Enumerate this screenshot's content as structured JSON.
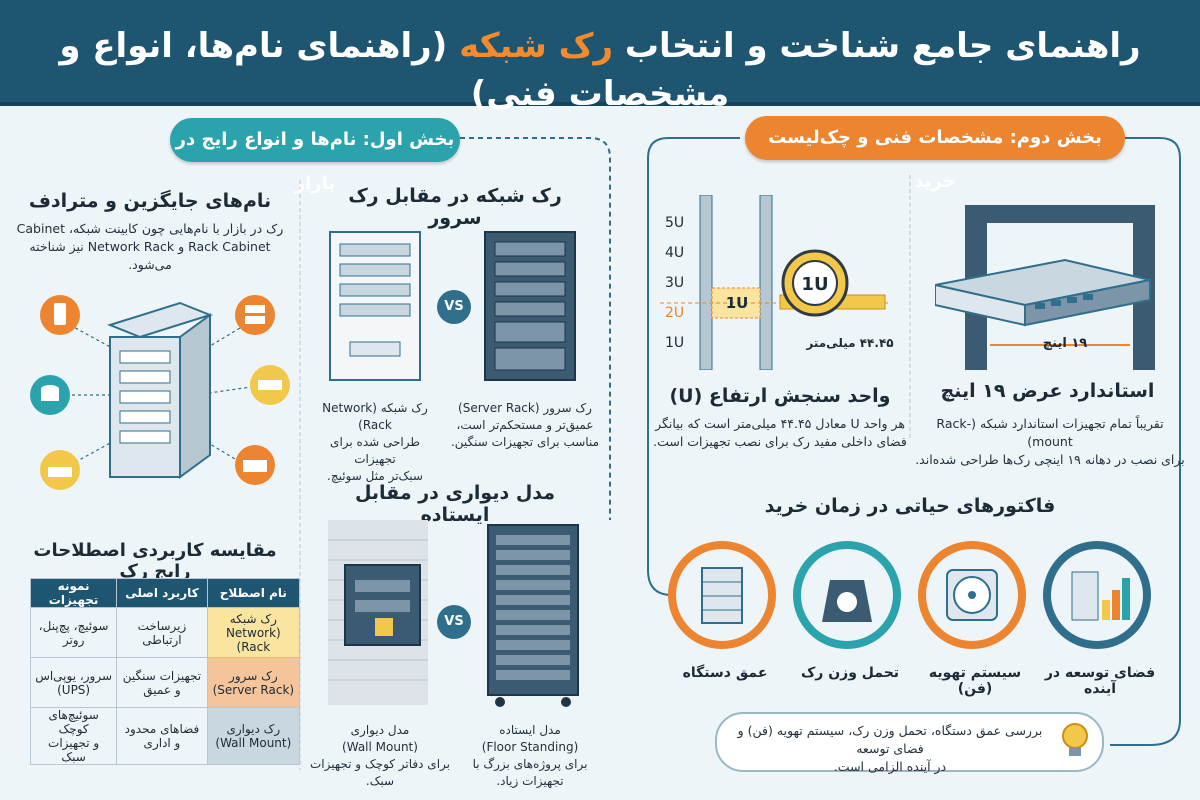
{
  "title": {
    "part1": "راهنمای جامع شناخت و انتخاب",
    "highlight": "رک شبکه",
    "part2": "(راهنمای نام‌ها، انواع و مشخصات فنی)"
  },
  "section1": {
    "pill": "بخش اول: نام‌ها و انواع رایج در بازار",
    "synonyms": {
      "heading": "نام‌های جایگزین و مترادف",
      "text_line1": "رک در بازار با نام‌هایی چون کابینت شبکه، Cabinet",
      "text_line2": "Rack Cabinet و Network Rack نیز شناخته می‌شود."
    },
    "network_vs_server": {
      "heading": "رک شبکه در مقابل رک سرور",
      "vs": "VS",
      "network_caption": [
        "رک شبکه (Network Rack)",
        "طراحی شده برای تجهیزات",
        "سبک‌تر مثل سوئیچ."
      ],
      "server_caption": [
        "رک سرور (Server Rack)",
        "عمیق‌تر و مستحکم‌تر است،",
        "مناسب برای تجهیزات سنگین."
      ]
    },
    "wall_vs_floor": {
      "heading": "مدل دیواری در مقابل ایستاده",
      "vs": "VS",
      "wall_caption": [
        "مدل دیواری",
        "(Wall Mount)",
        "برای دفاتر کوچک و تجهیزات سبک."
      ],
      "floor_caption": [
        "مدل ایستاده",
        "(Floor Standing)",
        "برای پروژه‌های بزرگ با تجهیزات زیاد."
      ]
    },
    "table": {
      "heading": "مقایسه کاربردی اصطلاحات رایج رک",
      "headers": [
        "نام اصطلاح",
        "کاربرد اصلی",
        "نمونه تجهیزات"
      ],
      "rows": [
        {
          "term": [
            "رک شبکه",
            "(Network Rack)"
          ],
          "use": [
            "زیرساخت ارتباطی"
          ],
          "example": [
            "سوئیچ، پچ‌پنل،",
            "روتر"
          ],
          "color": "#f9e4a0"
        },
        {
          "term": [
            "رک سرور",
            "(Server Rack)"
          ],
          "use": [
            "تجهیزات سنگین",
            "و عمیق"
          ],
          "example": [
            "سرور، یوپی‌اس",
            "(UPS)"
          ],
          "color": "#f6c49a"
        },
        {
          "term": [
            "رک دیواری",
            "(Wall Mount)"
          ],
          "use": [
            "فضاهای محدود",
            "و اداری"
          ],
          "example": [
            "سوئیچ‌های کوچک",
            "و تجهیزات سبک"
          ],
          "color": "#c9d7e1"
        }
      ]
    }
  },
  "section2": {
    "pill": "بخش دوم: مشخصات فنی و چک‌لیست خرید",
    "unit": {
      "labels": [
        "5U",
        "4U",
        "3U",
        "2U",
        "1U"
      ],
      "tape_label": "1U",
      "box_label": "1U",
      "measure": "۴۴.۴۵ میلی‌متر",
      "heading": "واحد سنجش ارتفاع (U)",
      "text": [
        "هر واحد U معادل ۴۴.۴۵ میلی‌متر است که بیانگر",
        "فضای داخلی مفید رک برای نصب تجهیزات است."
      ]
    },
    "width": {
      "measure": "۱۹ اینچ",
      "heading": "استاندارد عرض ۱۹ اینچ",
      "text": [
        "تقریباً تمام تجهیزات استاندارد شبکه (Rack-mount)",
        "برای نصب در دهانه ۱۹ اینچی رک‌ها طراحی شده‌اند."
      ]
    },
    "factors": {
      "heading": "فاکتورهای حیاتی در زمان خرید",
      "items": [
        {
          "label": "فضای توسعه در آینده",
          "color": "#2f6f8c"
        },
        {
          "label": "سیستم تهویه (فن)",
          "color": "#ec8430"
        },
        {
          "label": "تحمل وزن رک",
          "color": "#2aa3ad"
        },
        {
          "label": "عمق دستگاه",
          "color": "#ec8430"
        }
      ]
    },
    "callout": [
      "بررسی عمق دستگاه، تحمل وزن رک، سیستم تهویه (فن) و فضای توسعه",
      "در آینده الزامی است."
    ]
  },
  "colors": {
    "header": "#1e5570",
    "teal": "#2aa3ad",
    "orange": "#ec8430",
    "navy": "#2f6f8c"
  }
}
